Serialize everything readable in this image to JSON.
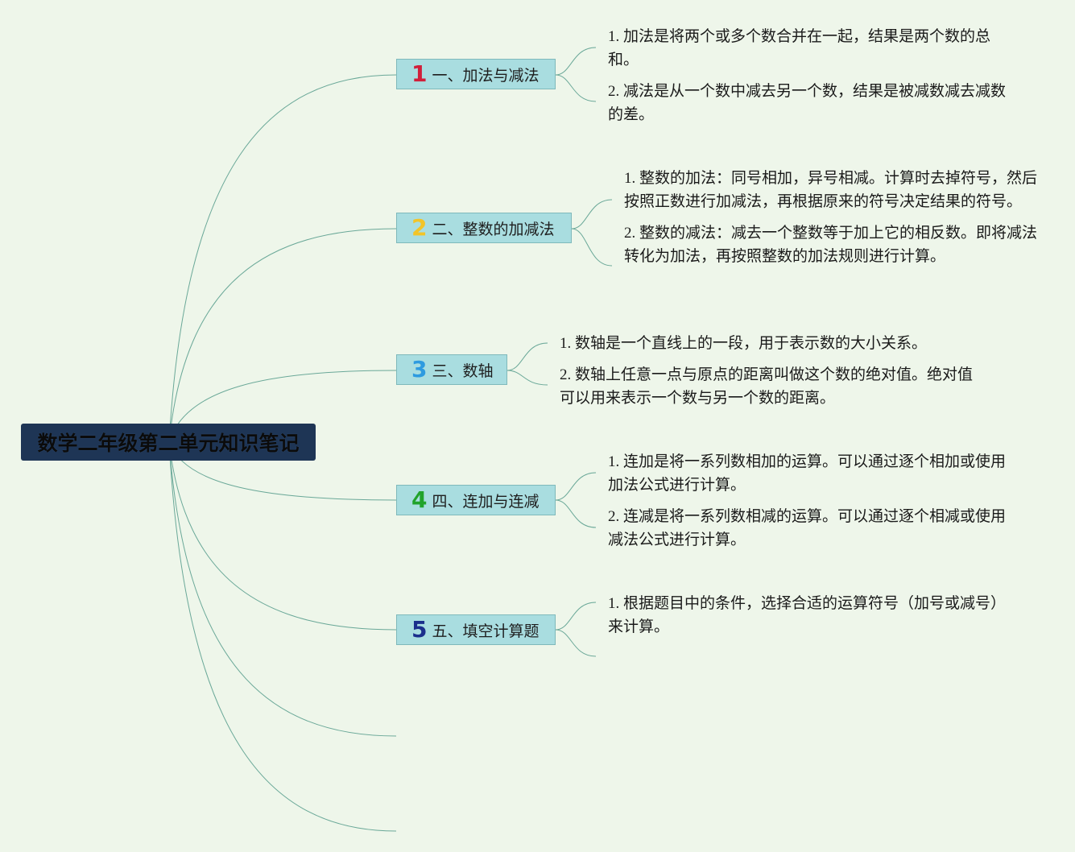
{
  "root": {
    "title": "数学二年级第二单元知识笔记"
  },
  "colors": {
    "background": "#eef6ea",
    "root_fill": "#1e3555",
    "branch_fill": "#a9dde0",
    "connector": "#6aa898",
    "num_1": "#d11f3a",
    "num_2": "#f2c428",
    "num_3": "#2e9be0",
    "num_4": "#21a32b",
    "num_5": "#1b2f8c"
  },
  "branches": [
    {
      "num": "1",
      "num_color": "#d11f3a",
      "icon": "number-1-icon",
      "label": "一、加法与减法",
      "items": [
        "1. 加法是将两个或多个数合并在一起，结果是两个数的总和。",
        "2. 减法是从一个数中减去另一个数，结果是被减数减去减数的差。"
      ]
    },
    {
      "num": "2",
      "num_color": "#f2c428",
      "icon": "number-2-icon",
      "label": "二、整数的加减法",
      "items": [
        "1. 整数的加法：同号相加，异号相减。计算时去掉符号，然后按照正数进行加减法，再根据原来的符号决定结果的符号。",
        "2. 整数的减法：减去一个整数等于加上它的相反数。即将减法转化为加法，再按照整数的加法规则进行计算。"
      ]
    },
    {
      "num": "3",
      "num_color": "#2e9be0",
      "icon": "number-3-icon",
      "label": "三、数轴",
      "items": [
        "1. 数轴是一个直线上的一段，用于表示数的大小关系。",
        "2. 数轴上任意一点与原点的距离叫做这个数的绝对值。绝对值可以用来表示一个数与另一个数的距离。"
      ]
    },
    {
      "num": "4",
      "num_color": "#21a32b",
      "icon": "number-4-icon",
      "label": "四、连加与连减",
      "items": [
        "1. 连加是将一系列数相加的运算。可以通过逐个相加或使用加法公式进行计算。",
        "2. 连减是将一系列数相减的运算。可以通过逐个相减或使用减法公式进行计算。"
      ]
    },
    {
      "num": "5",
      "num_color": "#1b2f8c",
      "icon": "number-5-icon",
      "label": "五、填空计算题",
      "items": [
        "1. 根据题目中的条件，选择合适的运算符号（加号或减号）来计算。"
      ]
    }
  ]
}
